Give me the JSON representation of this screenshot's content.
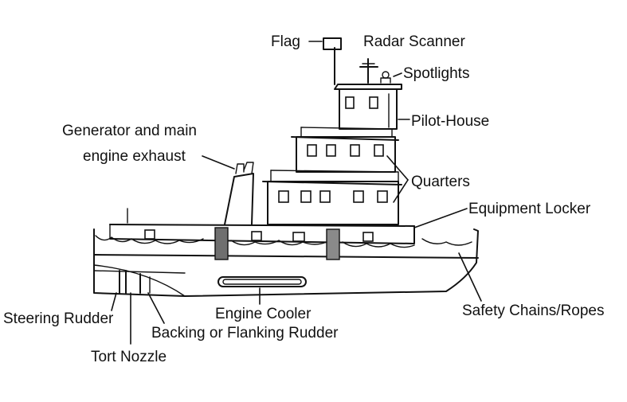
{
  "labels": {
    "flag": "Flag",
    "radar_scanner": "Radar Scanner",
    "spotlights": "Spotlights",
    "pilot_house": "Pilot-House",
    "generator_line1": "Generator and main",
    "generator_line2": "engine exhaust",
    "quarters": "Quarters",
    "equipment_locker": "Equipment Locker",
    "safety_chains": "Safety Chains/Ropes",
    "engine_cooler": "Engine Cooler",
    "steering_rudder": "Steering Rudder",
    "backing_rudder": "Backing or Flanking Rudder",
    "tort_nozzle": "Tort Nozzle"
  },
  "colors": {
    "ink": "#111111",
    "shade": "#7a7a7a",
    "background": "#ffffff"
  }
}
